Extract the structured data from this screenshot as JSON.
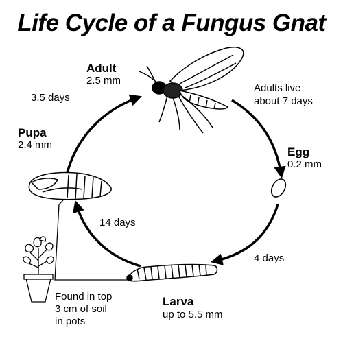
{
  "title": "Life Cycle of a Fungus Gnat",
  "stages": {
    "adult": {
      "name": "Adult",
      "size": "2.5 mm",
      "note_line1": "Adults live",
      "note_line2": "about 7 days"
    },
    "egg": {
      "name": "Egg",
      "size": "0.2 mm"
    },
    "larva": {
      "name": "Larva",
      "size": "up to 5.5 mm"
    },
    "pupa": {
      "name": "Pupa",
      "size": "2.4 mm"
    }
  },
  "durations": {
    "egg_to_larva": "4 days",
    "larva_to_pupa": "14 days",
    "pupa_to_adult": "3.5 days"
  },
  "habitat_note": {
    "line1": "Found in top",
    "line2": "3 cm of soil",
    "line3": "in pots"
  },
  "icons": [
    "fungus-gnat-adult-icon",
    "egg-icon",
    "larva-icon",
    "pupa-icon",
    "potted-plant-icon"
  ]
}
